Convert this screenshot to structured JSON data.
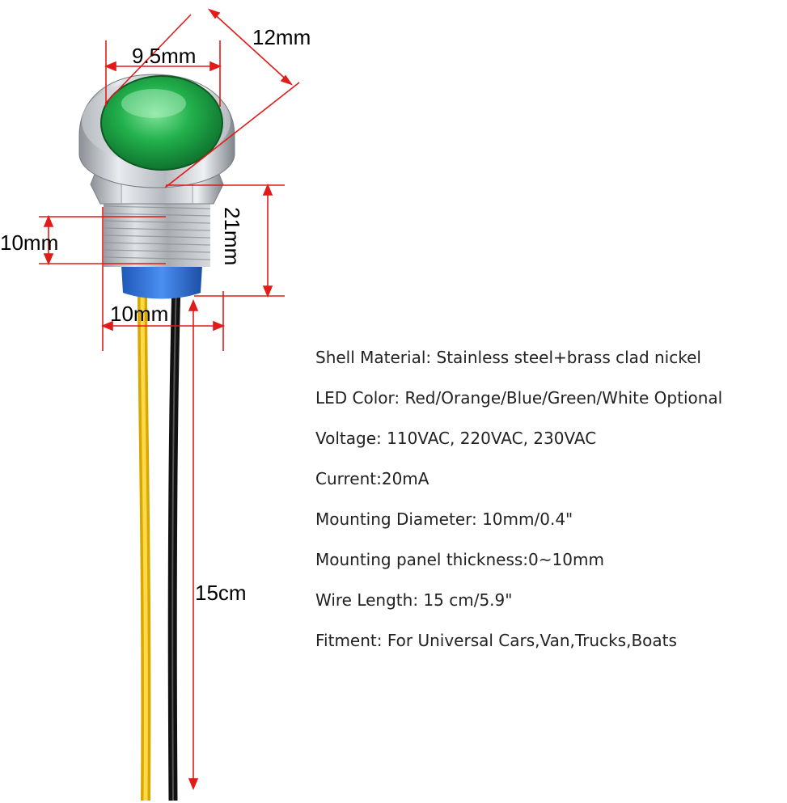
{
  "dimensions": {
    "top_width": "12mm",
    "lens_diameter": "9.5mm",
    "thread_length": "10mm",
    "body_height": "21mm",
    "thread_diameter": "10mm",
    "wire_length": "15cm"
  },
  "specs": [
    "Shell Material: Stainless steel+brass clad nickel",
    "LED Color: Red/Orange/Blue/Green/White Optional",
    "Voltage: 110VAC, 220VAC, 230VAC",
    "Current:20mA",
    "Mounting Diameter:  10mm/0.4\"",
    "Mounting panel thickness:0~10mm",
    "Wire Length: 15 cm/5.9\"",
    "Fitment: For Universal Cars,Van,Trucks,Boats"
  ],
  "colors": {
    "dimension_line": "#e11a1a",
    "lens": "#1f9a3c",
    "metal": "#c9ccd1",
    "ring": "#2a6fd6",
    "wire_yellow": "#f2c200",
    "wire_black": "#111111"
  }
}
